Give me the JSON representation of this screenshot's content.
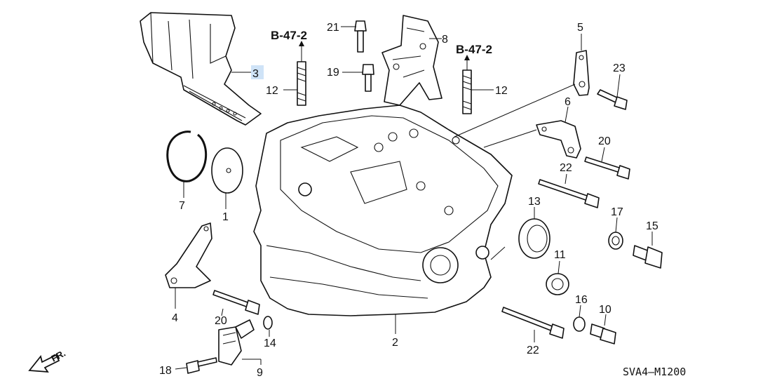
{
  "diagram": {
    "code": "SVA4—M1200",
    "direction_label": "FR.",
    "reference_labels": [
      "B-47-2",
      "B-47-2"
    ],
    "highlighted_part": "3",
    "highlight_color": "#cfe3f7",
    "callouts": {
      "p1": "1",
      "p2": "2",
      "p3": "3",
      "p4": "4",
      "p5": "5",
      "p6": "6",
      "p7": "7",
      "p8": "8",
      "p9": "9",
      "p10": "10",
      "p11": "11",
      "p12a": "12",
      "p12b": "12",
      "p13": "13",
      "p14": "14",
      "p15": "15",
      "p16": "16",
      "p17": "17",
      "p18": "18",
      "p19": "19",
      "p20a": "20",
      "p20b": "20",
      "p21": "21",
      "p22a": "22",
      "p22b": "22",
      "p23": "23"
    }
  }
}
